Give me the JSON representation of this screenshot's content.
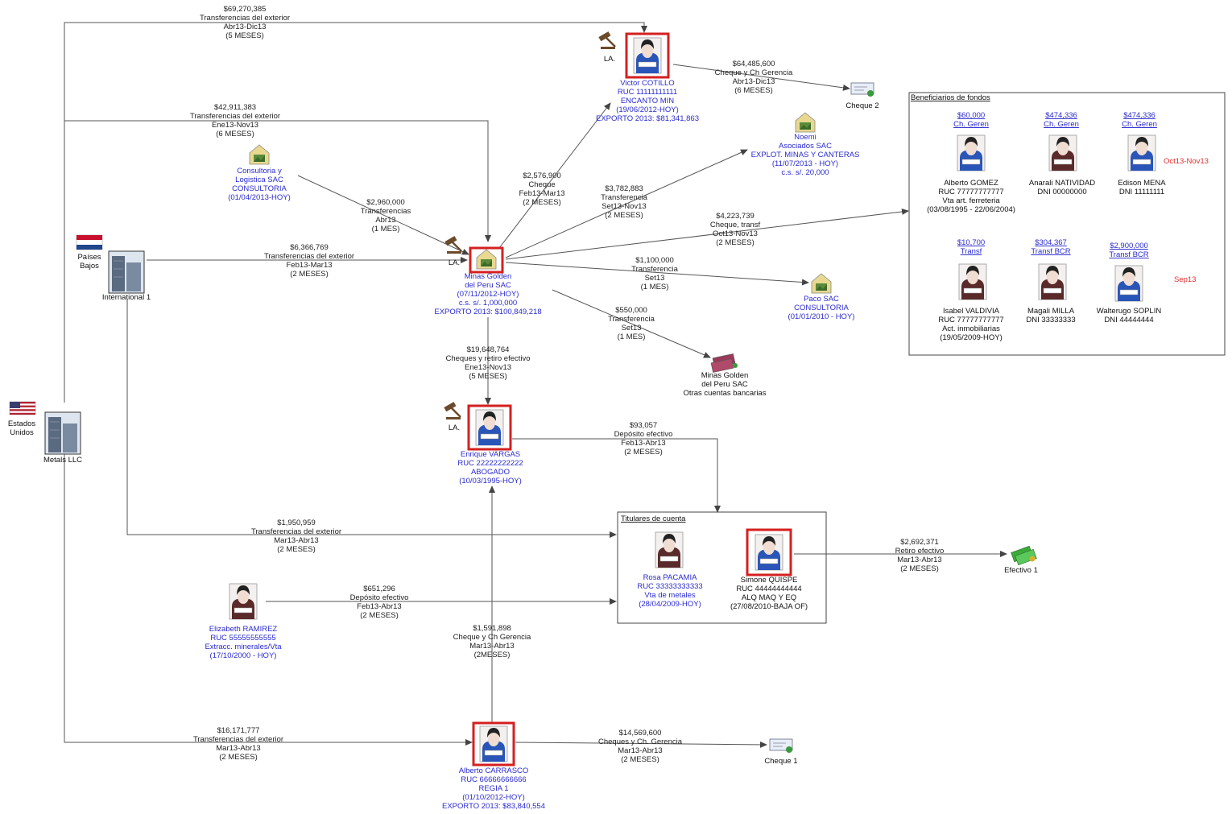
{
  "flows": {
    "f1": [
      "$69,270,385",
      "Transferencias del exterior",
      "Abr13-Dic13",
      "(5 MESES)"
    ],
    "f2": [
      "$42,911,383",
      "Transferencias del exterior",
      "Ene13-Nov13",
      "(6 MESES)"
    ],
    "f3": [
      "$6,366,769",
      "Transferencias del exterior",
      "Feb13-Mar13",
      "(2 MESES)"
    ],
    "f4": [
      "$2,960,000",
      "Transferencias",
      "Abr13",
      "(1 MES)"
    ],
    "f5": [
      "$2,576,900",
      "Cheque",
      "Feb13-Mar13",
      "(2 MESES)"
    ],
    "f6": [
      "$64,485,600",
      "Cheque y Ch Gerencia",
      "Abr13-Dic13",
      "(6 MESES)"
    ],
    "f7": [
      "$3,782,883",
      "Transferencia",
      "Set13-Nov13",
      "(2 MESES)"
    ],
    "f8": [
      "$4,223,739",
      "Cheque, transf",
      "Oct13-Nov13",
      "(2 MESES)"
    ],
    "f9": [
      "$1,100,000",
      "Transferencia",
      "Set13",
      "(1 MES)"
    ],
    "f10": [
      "$550,000",
      "Transferencia",
      "Set13",
      "(1 MES)"
    ],
    "f11": [
      "$19,648,764",
      "Cheques y retiro efectivo",
      "Ene13-Nov13",
      "(5 MESES)"
    ],
    "f12": [
      "$93,057",
      "Depósito efectivo",
      "Feb13-Abr13",
      "(2 MESES)"
    ],
    "f13": [
      "$1,950,959",
      "Transferencias del exterior",
      "Mar13-Abr13",
      "(2 MESES)"
    ],
    "f14": [
      "$651,296",
      "Depósito efectivo",
      "Feb13-Abr13",
      "(2 MESES)"
    ],
    "f15": [
      "$1,591,898",
      "Cheque y Ch Gerencia",
      "Mar13-Abr13",
      "(2MESES)"
    ],
    "f16": [
      "$2,692,371",
      "Retiro efectivo",
      "Mar13-Abr13",
      "(2 MESES)"
    ],
    "f17": [
      "$16,171,777",
      "Transferencias del exterior",
      "Mar13-Abr13",
      "(2 MESES)"
    ],
    "f18": [
      "$14,569,600",
      "Cheques y Ch. Gerencia",
      "Mar13-Abr13",
      "(2 MESES)"
    ]
  },
  "nodes": {
    "victor": [
      "Victor COTILLO",
      "RUC 11111111111",
      "ENCANTO MIN",
      "(19/06/2012-HOY)",
      "EXPORTO 2013: $81,341,863"
    ],
    "minas": [
      "Minas Golden",
      "del Peru SAC",
      "(07/11/2012-HOY)",
      "c.s. s/. 1,000,000",
      "EXPORTO 2013: $100,849,218"
    ],
    "consultoria": [
      "Consultoria y",
      "Logistica SAC",
      "CONSULTORIA",
      "(01/04/2013-HOY)"
    ],
    "noemi": [
      "Noemi",
      "Asociados SAC",
      "EXPLOT. MINAS Y CANTERAS",
      "(11/07/2013 - HOY)",
      "c.s. s/. 20,000"
    ],
    "paco": [
      "Paco SAC",
      "CONSULTORIA",
      "(01/01/2010 - HOY)"
    ],
    "minas_bank": [
      "Minas Golden",
      "del Peru SAC",
      "Otras cuentas bancarias"
    ],
    "enrique": [
      "Enrique VARGAS",
      "RUC 22222222222",
      "ABOGADO",
      "(10/03/1995-HOY)"
    ],
    "elizabeth": [
      "Elizabeth RAMIREZ",
      "RUC 55555555555",
      "Extracc. minerales/Vta",
      "(17/10/2000 - HOY)"
    ],
    "carrasco": [
      "Alberto CARRASCO",
      "RUC 66666666666",
      "REGIA 1",
      "(01/10/2012-HOY)",
      "EXPORTO 2013: $83,840,554"
    ],
    "international": "International 1",
    "paises_bajos": [
      "Países",
      "Bajos"
    ],
    "metals": "Metals LLC",
    "estados_unidos": [
      "Estados",
      "Unidos"
    ],
    "cheque2": "Cheque 2",
    "cheque1": "Cheque 1",
    "efectivo1": "Efectivo 1",
    "la": "LA."
  },
  "beneficiarios": {
    "title": "Beneficiarios de fondos",
    "period_top": "Oct13-Nov13",
    "period_bottom": "Sep13",
    "people": [
      {
        "amount": "$60,000",
        "type": "Ch. Geren",
        "lines": [
          "Alberto GOMEZ",
          "RUC 77777777777",
          "Vta art. ferreteria",
          "(03/08/1995 - 22/06/2004)"
        ]
      },
      {
        "amount": "$474,336",
        "type": "Ch. Geren",
        "lines": [
          "Anarali NATIVIDAD",
          "DNI 00000000"
        ]
      },
      {
        "amount": "$474,336",
        "type": "Ch. Geren",
        "lines": [
          "Edison MENA",
          "DNI 11111111"
        ]
      },
      {
        "amount": "$10,700",
        "type": "Transf",
        "lines": [
          "Isabel VALDIVIA",
          "RUC 77777777777",
          "Act. inmobiliarias",
          "(19/05/2009-HOY)"
        ]
      },
      {
        "amount": "$304,367",
        "type": "Transf BCR",
        "lines": [
          "Magali MILLA",
          "DNI 33333333"
        ]
      },
      {
        "amount": "$2,900,000",
        "type": "Transf BCR",
        "lines": [
          "Walterugo SOPLIN",
          "DNI 44444444"
        ]
      }
    ]
  },
  "titulares": {
    "title": "Titulares de cuenta",
    "rosa": [
      "Rosa PACAMIA",
      "RUC 33333333333",
      "Vta de metales",
      "(28/04/2009-HOY)"
    ],
    "simone": [
      "Simone QUISPE",
      "RUC 44444444444",
      "ALQ MAQ Y EQ",
      "(27/08/2010-BAJA OF)"
    ]
  },
  "colors": {
    "accent_red": "#d42020",
    "link_blue": "#2a2ad0",
    "edge": "#555555"
  }
}
